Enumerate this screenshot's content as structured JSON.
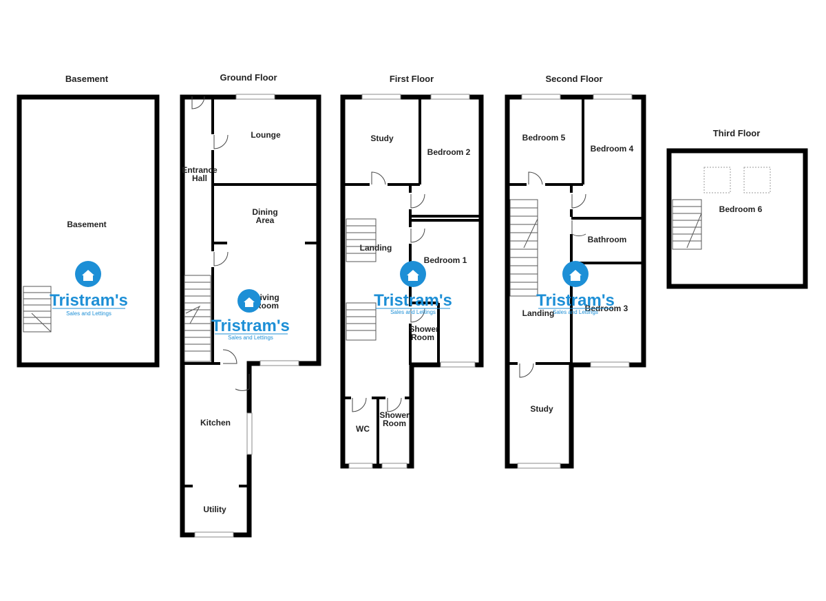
{
  "floors": {
    "basement": {
      "title": "Basement",
      "rooms": {
        "basement": "Basement"
      }
    },
    "ground": {
      "title": "Ground Floor",
      "rooms": {
        "entrance_hall_1": "Entrance",
        "entrance_hall_2": "Hall",
        "lounge": "Lounge",
        "dining_1": "Dining",
        "dining_2": "Area",
        "living_1": "Living",
        "living_2": "Room",
        "kitchen": "Kitchen",
        "utility": "Utility"
      }
    },
    "first": {
      "title": "First Floor",
      "rooms": {
        "study": "Study",
        "bedroom2": "Bedroom 2",
        "landing": "Landing",
        "bedroom1": "Bedroom 1",
        "shower_room_a_1": "Shower",
        "shower_room_a_2": "Room",
        "wc": "WC",
        "shower_room_b_1": "Shower",
        "shower_room_b_2": "Room"
      }
    },
    "second": {
      "title": "Second Floor",
      "rooms": {
        "bedroom5": "Bedroom 5",
        "bedroom4": "Bedroom 4",
        "bathroom": "Bathroom",
        "landing": "Landing",
        "bedroom3": "Bedroom 3",
        "study": "Study"
      }
    },
    "third": {
      "title": "Third Floor",
      "rooms": {
        "bedroom6": "Bedroom 6"
      }
    }
  },
  "brand": {
    "name": "Tristram's",
    "tagline": "Sales and Lettings",
    "color": "#1d8fd6",
    "icon": "house-icon"
  }
}
